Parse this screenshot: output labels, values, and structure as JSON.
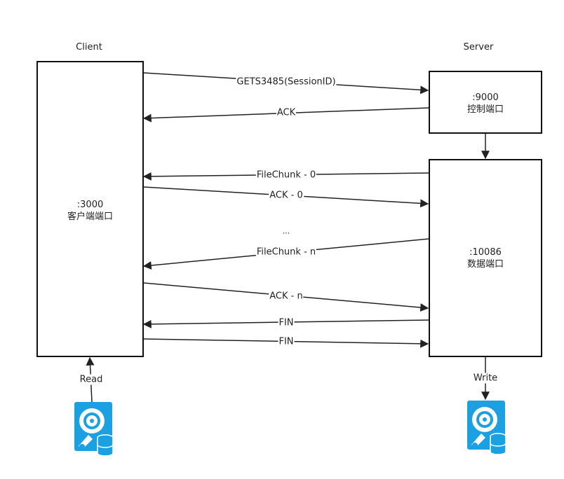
{
  "client": {
    "title": "Client",
    "port": ":3000",
    "port_label": "客户端端口"
  },
  "server": {
    "title": "Server",
    "control": {
      "port": ":9000",
      "port_label": "控制端口"
    },
    "data": {
      "port": ":10086",
      "port_label": "数据端口"
    }
  },
  "messages": {
    "gets": "GETS3485(SessionID)",
    "ack": "ACK",
    "filechunk0": "FileChunk - 0",
    "ack0": "ACK - 0",
    "ellipsis": "...",
    "filechunkn": "FileChunk - n",
    "ackn": "ACK - n",
    "fin1": "FIN",
    "fin2": "FIN"
  },
  "io": {
    "read": "Read",
    "write": "Write"
  },
  "icons": {
    "client_disk": "hard-disk-icon",
    "server_disk": "hard-disk-icon",
    "disk_color": "#1ba1e2"
  }
}
